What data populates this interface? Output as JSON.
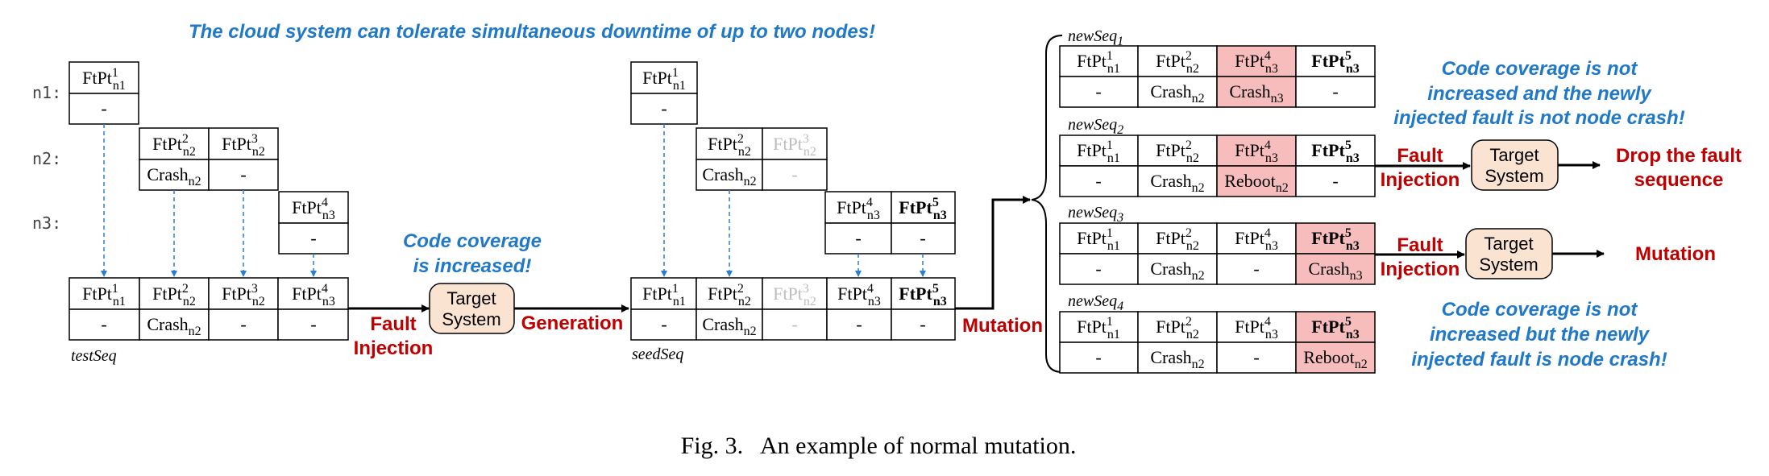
{
  "headline": "The cloud system can tolerate simultaneous downtime of up to two nodes!",
  "rows": [
    "n1:",
    "n2:",
    "n3:"
  ],
  "test_seq_label": "testSeq",
  "seed_seq_label": "seedSeq",
  "labels": {
    "coverage_increased": [
      "Code coverage",
      "is increased!"
    ],
    "fault": "Fault",
    "injection": "Injection",
    "generation": "Generation",
    "mutation": "Mutation",
    "target": [
      "Target",
      "System"
    ],
    "coverage_not_increased_1": [
      "Code coverage is not",
      "increased and the newly",
      "injected fault is not node crash!"
    ],
    "coverage_not_increased_2": [
      "Code coverage is not",
      "increased but the newly",
      "injected fault is node crash!"
    ],
    "drop": [
      "Drop the fault",
      "sequence"
    ],
    "mutation_result": "Mutation"
  },
  "caption": "Fig. 3.   An example of normal mutation.",
  "new_seqs": [
    {
      "name": "newSeq",
      "index": "1"
    },
    {
      "name": "newSeq",
      "index": "2"
    },
    {
      "name": "newSeq",
      "index": "3"
    },
    {
      "name": "newSeq",
      "index": "4"
    }
  ]
}
